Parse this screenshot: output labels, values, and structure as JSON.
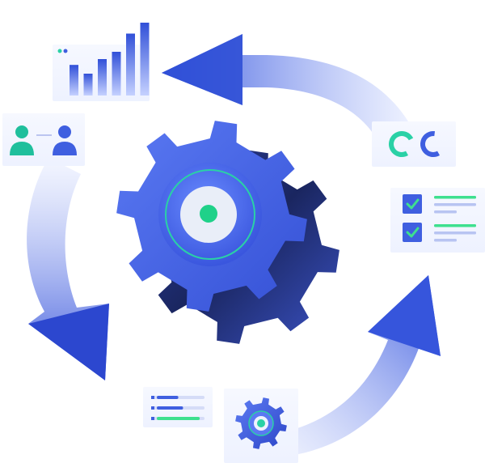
{
  "illustration": {
    "colors": {
      "primary_blue": "#3f5fe0",
      "dark_blue": "#1e2f7a",
      "accent_teal": "#2ad1a6",
      "accent_green": "#3ee08f",
      "panel_bg": "#f3f6ff"
    },
    "icons": [
      "cycle-arrows",
      "gear-icon",
      "bar-chart-icon",
      "users-icon",
      "donut-chart-icons",
      "checklist-icon",
      "progress-list-icon",
      "small-gear-icon"
    ],
    "bar_chart_levels": [
      0.42,
      0.3,
      0.5,
      0.6,
      0.85,
      1.0
    ],
    "progress_levels": [
      0.45,
      0.55,
      0.9
    ],
    "donut_levels": [
      0.75,
      0.6
    ]
  }
}
